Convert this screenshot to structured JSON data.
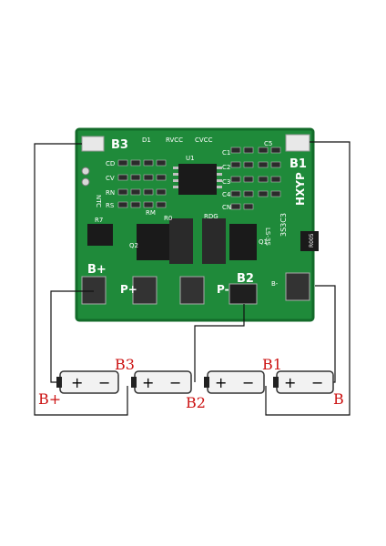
{
  "board": {
    "pcb_color": "#1f8a3a",
    "pcb_dark": "#136b2a",
    "labels": {
      "b3": "B3",
      "b1": "B1",
      "b2": "B2",
      "b_plus": "B+",
      "p_plus": "P+",
      "p_minus": "P-",
      "b_minus_small": "B-",
      "d1": "D1",
      "rvcc": "RVCC",
      "cvcc": "CVCC",
      "u1": "U1",
      "cd": "CD",
      "cv": "CV",
      "rn": "RN",
      "rs": "RS",
      "ntc": "NTC",
      "r7": "R7",
      "c1": "C1",
      "c2": "C2",
      "c3": "C3",
      "c4": "C4",
      "c5": "C5",
      "cn": "CN",
      "rdg": "RDG",
      "rm": "RM",
      "r0": "R0",
      "q1": "Q1",
      "q2": "Q2",
      "brand": "HXYP",
      "model": "3S3C3",
      "shunt": "R005",
      "vertical_code": "LS-3S"
    }
  },
  "cells": {
    "items": [
      {
        "pos": "+",
        "neg": "−"
      },
      {
        "pos": "+",
        "neg": "−"
      },
      {
        "pos": "+",
        "neg": "−"
      },
      {
        "pos": "+",
        "neg": "−"
      }
    ]
  },
  "annotations": {
    "b3": "B3",
    "b1": "B1",
    "b2": "B2",
    "b_plus": "B+",
    "b_minus": "B"
  },
  "colors": {
    "label_red": "#cc1111",
    "wire": "#111111",
    "cell_body": "#f2f2f2"
  }
}
